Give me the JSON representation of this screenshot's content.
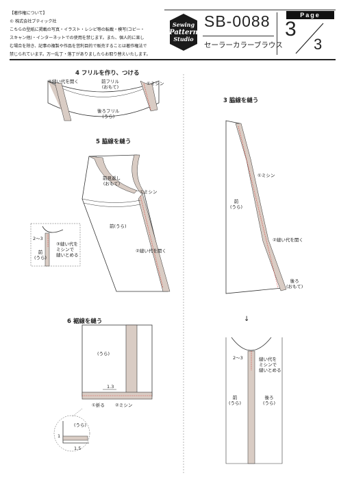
{
  "header": {
    "copyright_lines": [
      "【著作権について】",
      "© 株式会社ブティック社",
      "こちらの型紙に掲載の写真・イラスト・レシピ等の転載・模写(コピー・",
      "スキャン他)・インターネットでの使用を禁じます。また、個人的に楽し",
      "む場合を除き、記事の複製や作品を営利目的で販売することは著作権法で",
      "禁じられています。万一乱丁・落丁がありましたらお取り替えいたします。"
    ],
    "logo": {
      "line1": "Sewing",
      "line2": "Pattern",
      "line3": "Studio"
    },
    "pattern_number": "SB-0088",
    "pattern_name": "セーラーカラーブラウス",
    "page_label": "Page",
    "page_current": "3",
    "page_total": "3"
  },
  "steps": {
    "step4": {
      "title": "4 フリルを作り、つける",
      "seam_open": "②縫い代を開く",
      "front_frill": [
        "前フリル",
        "(おもて)"
      ],
      "stitch": "①ミシン",
      "back_frill": [
        "後ろフリル",
        "(うら)"
      ]
    },
    "step5": {
      "title": "5 脇線を縫う",
      "facing": [
        "前見返し",
        "(おもて)"
      ],
      "stitch": "①ミシン",
      "front": "前(うら)",
      "seam_open": "②縫い代を開く",
      "detail_measure": "2〜3",
      "detail_note": [
        "③縫い代を",
        "ミシンで",
        "縫いとめる"
      ],
      "detail_front": [
        "前",
        "(うら)"
      ]
    },
    "step6": {
      "title": "6 裾線を縫う",
      "back": "(うら)",
      "measure_13": "1.3",
      "fold": "①折る",
      "stitch": "②ミシン",
      "detail_back": "(うら)",
      "detail_1": "1",
      "detail_15": "1.5"
    },
    "step3": {
      "title": "3 脇線を縫う",
      "stitch": "①ミシン",
      "front": [
        "前",
        "(うら)"
      ],
      "seam_open": "②縫い代を開く",
      "back": [
        "後ろ",
        "(おもて)"
      ],
      "arrow": "↓",
      "detail_measure": "2〜3",
      "detail_note": [
        "縫い代を",
        "ミシンで",
        "縫いとめる"
      ],
      "detail_front": [
        "前",
        "(うら)"
      ],
      "detail_back": [
        "後ろ",
        "(うら)"
      ]
    }
  },
  "colors": {
    "fabric": "#d9ccc4",
    "line": "#333333",
    "stitch": "#d9342b",
    "shade": "#ece4de"
  }
}
